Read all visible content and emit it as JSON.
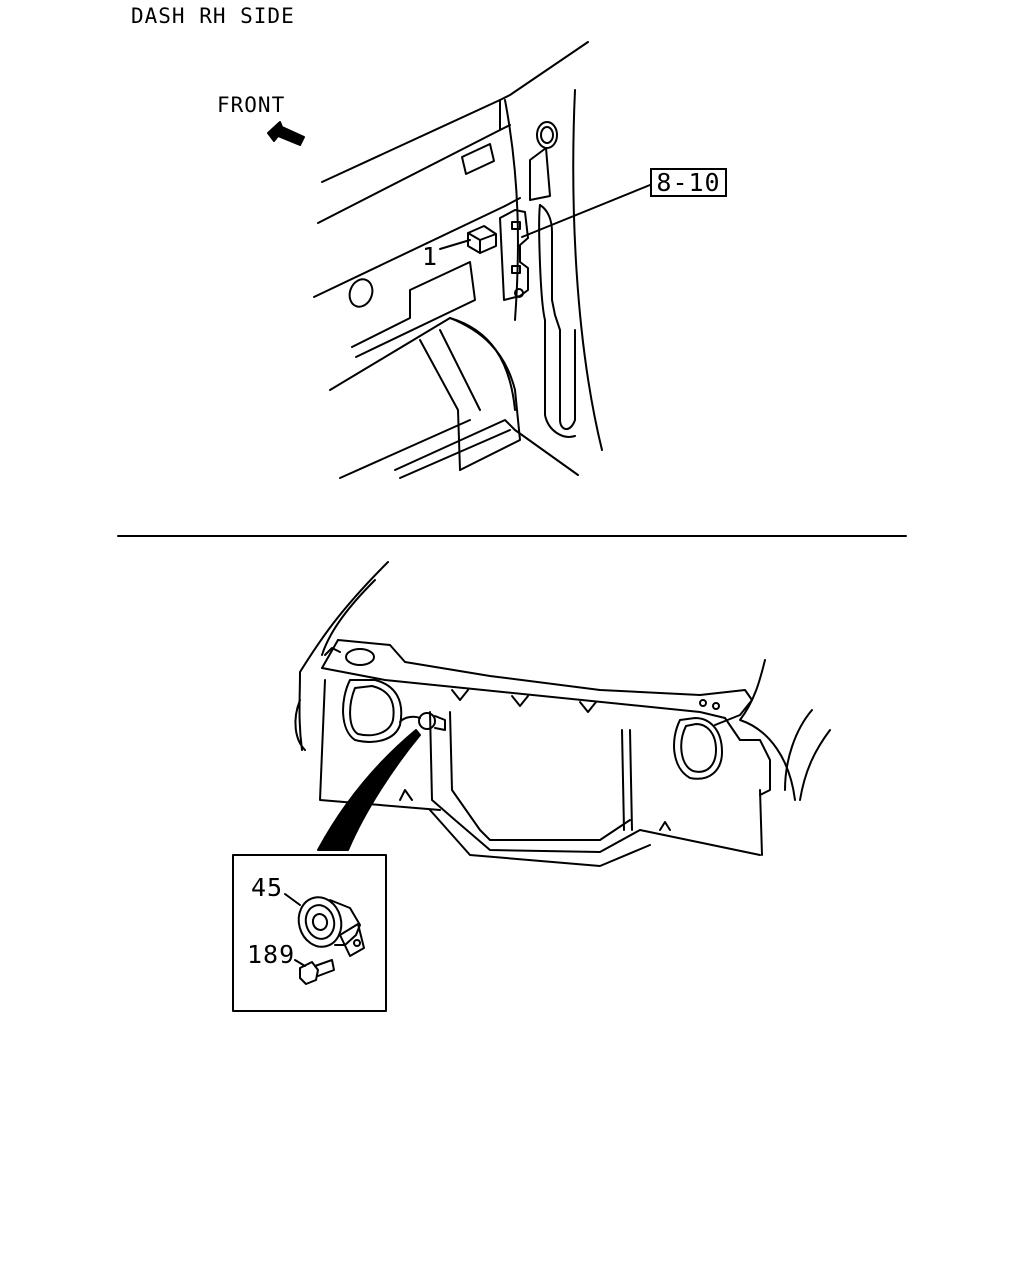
{
  "upper_view": {
    "title": "DASH RH SIDE",
    "direction_label": "FRONT",
    "callout_part_1": "1",
    "ref_box": "8-10"
  },
  "lower_view": {
    "callout_part_45": "45",
    "callout_part_189": "189"
  }
}
